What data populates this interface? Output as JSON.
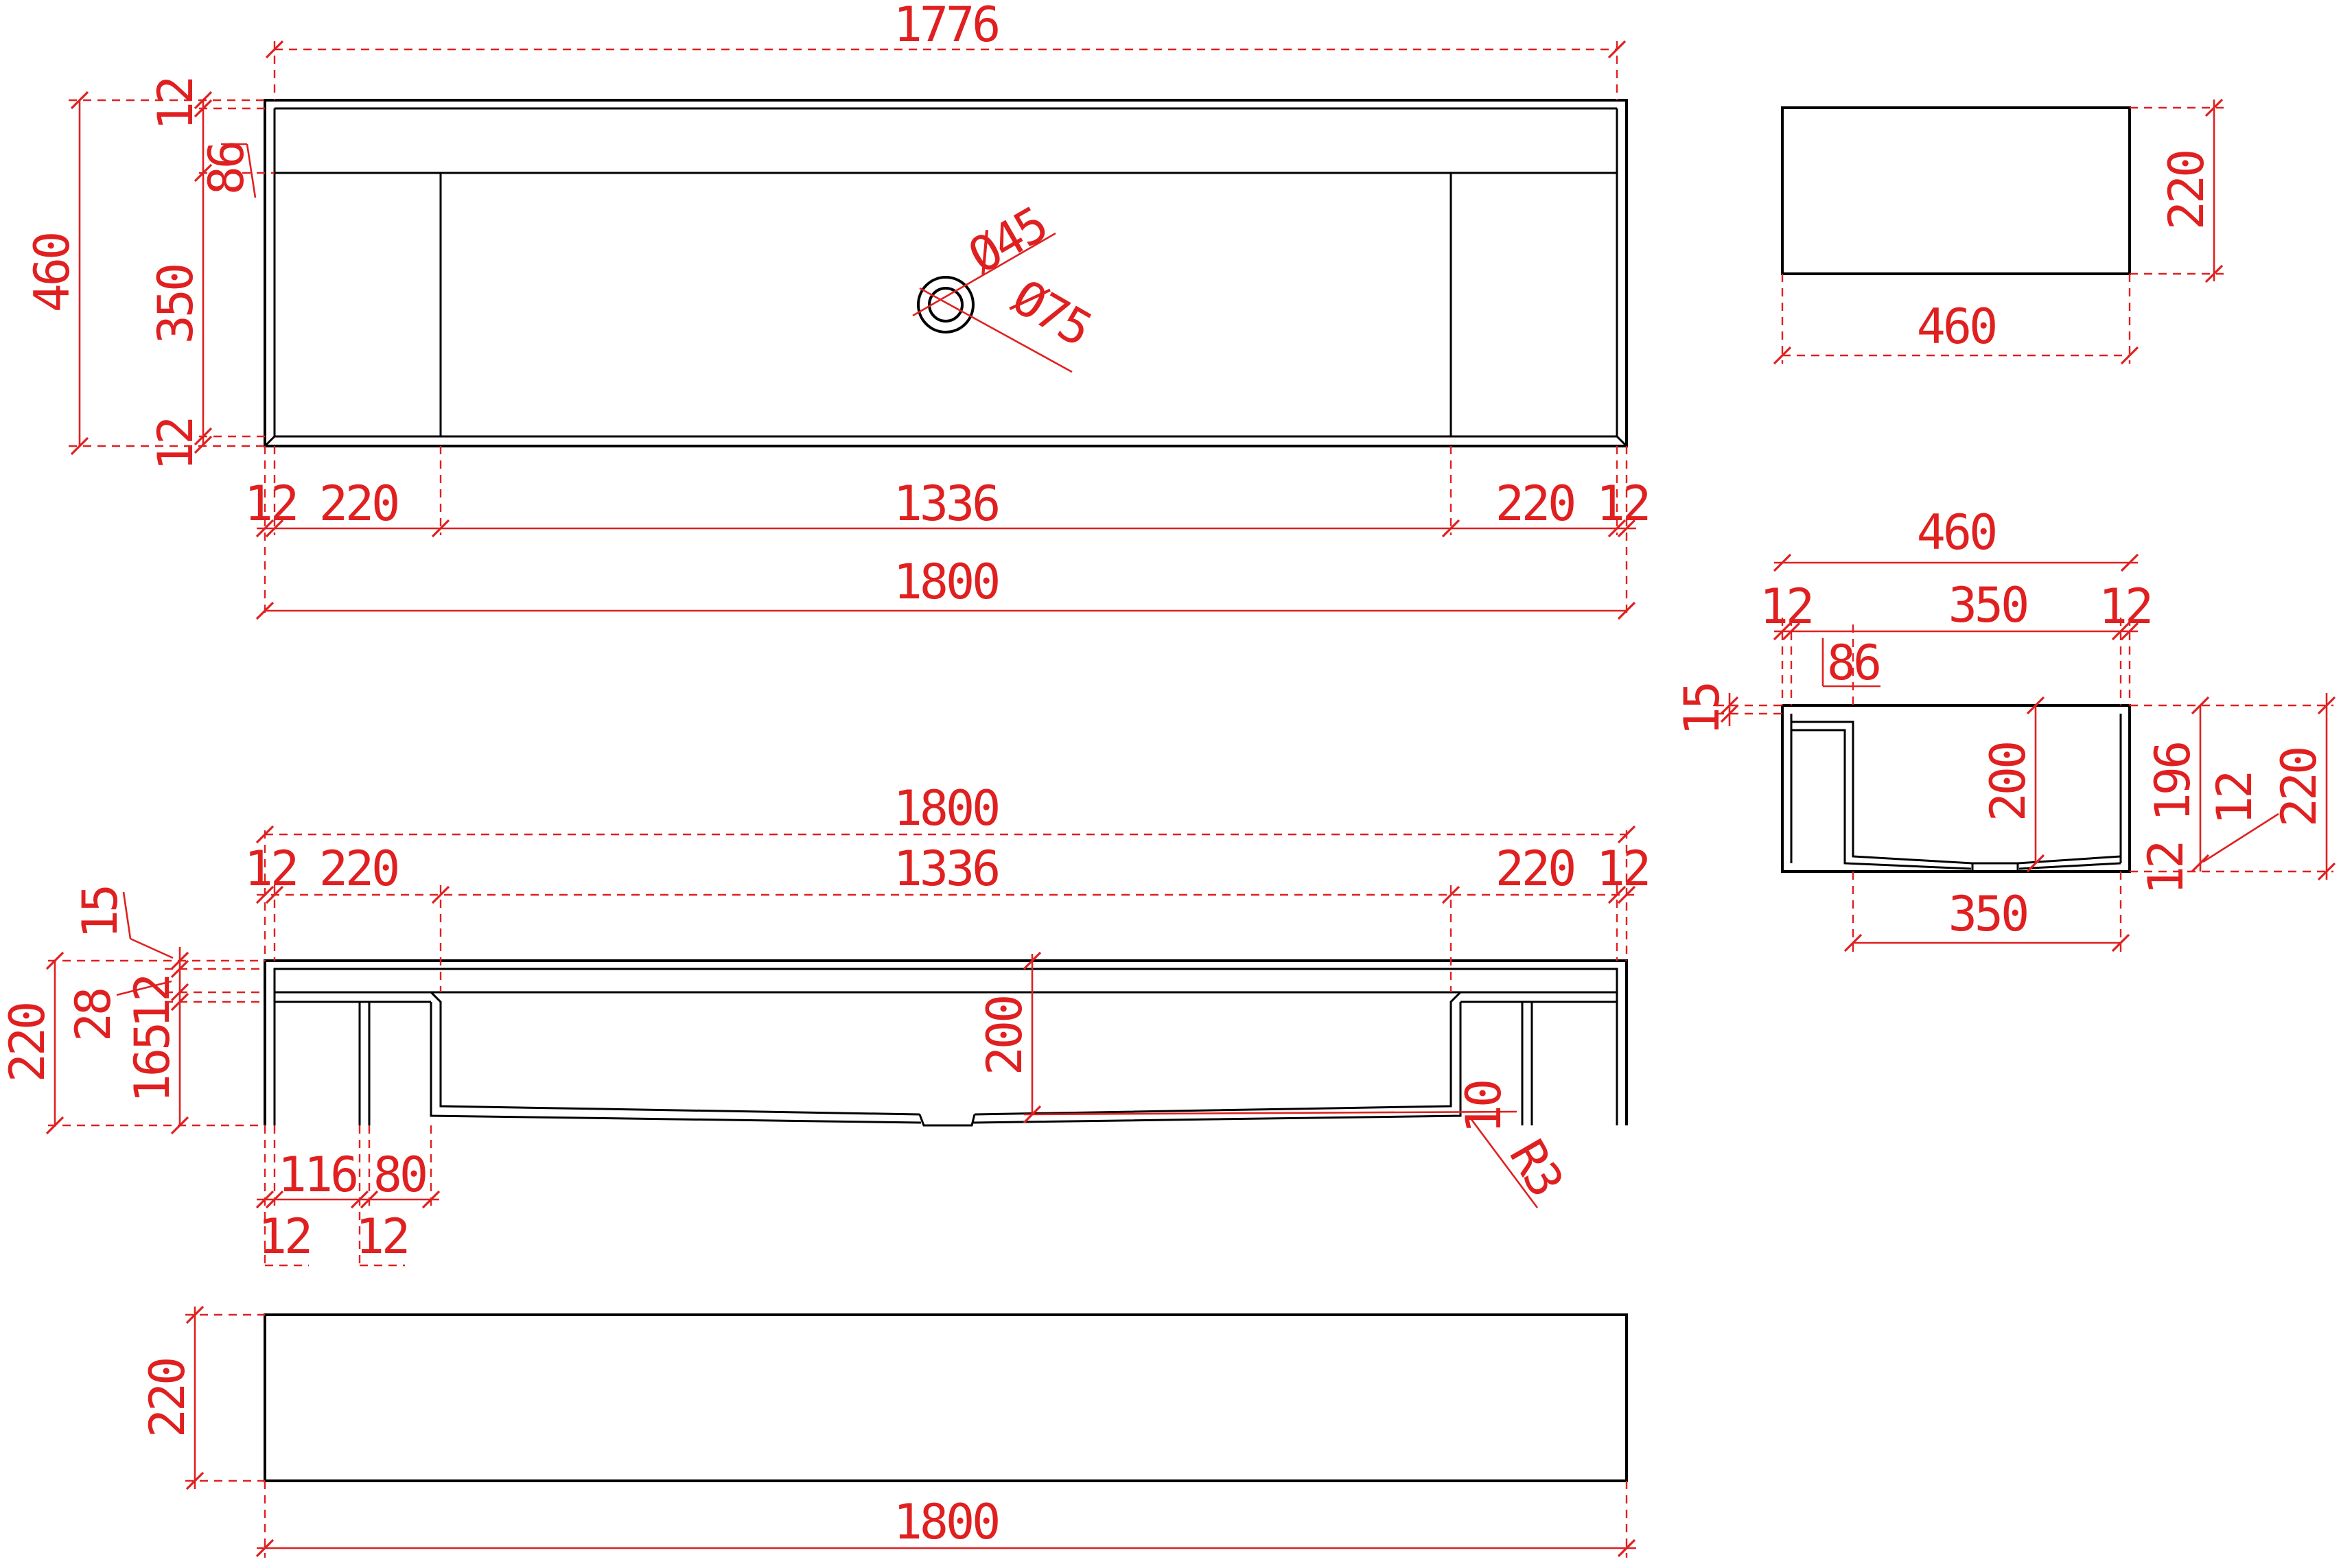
{
  "drawing": {
    "colors": {
      "outline": "#000000",
      "dimension": "#e02020",
      "background": "#ffffff"
    },
    "dims": {
      "top_width_1776": "1776",
      "top_height_460": "460",
      "top_rim_12_a": "12",
      "top_shelf_86": "86",
      "top_basin_350": "350",
      "top_rim_12_b": "12",
      "top_hole_45": "Ø45",
      "top_hole_75": "Ø75",
      "top_seg_12_l": "12",
      "top_seg_220_l": "220",
      "top_seg_1336": "1336",
      "top_seg_220_r": "220",
      "top_seg_12_r": "12",
      "top_total_1800": "1800",
      "side_top_h_220": "220",
      "side_top_w_460": "460",
      "end_w_460": "460",
      "end_12_l": "12",
      "end_350": "350",
      "end_12_r": "12",
      "end_86": "86",
      "end_15": "15",
      "end_200": "200",
      "end_196": "196",
      "end_12_in": "12",
      "end_220": "220",
      "end_12_bot": "12",
      "end_bottom_350": "350",
      "front_total_1800": "1800",
      "front_12_l": "12",
      "front_220_l": "220",
      "front_1336": "1336",
      "front_220_r": "220",
      "front_12_r": "12",
      "front_15": "15",
      "front_28": "28",
      "front_12_mid": "12",
      "front_220_h": "220",
      "front_165": "165",
      "front_200": "200",
      "front_10": "10",
      "front_r3": "R3",
      "front_116": "116",
      "front_80": "80",
      "front_12_a": "12",
      "front_12_b": "12",
      "back_220": "220",
      "back_1800": "1800"
    }
  }
}
